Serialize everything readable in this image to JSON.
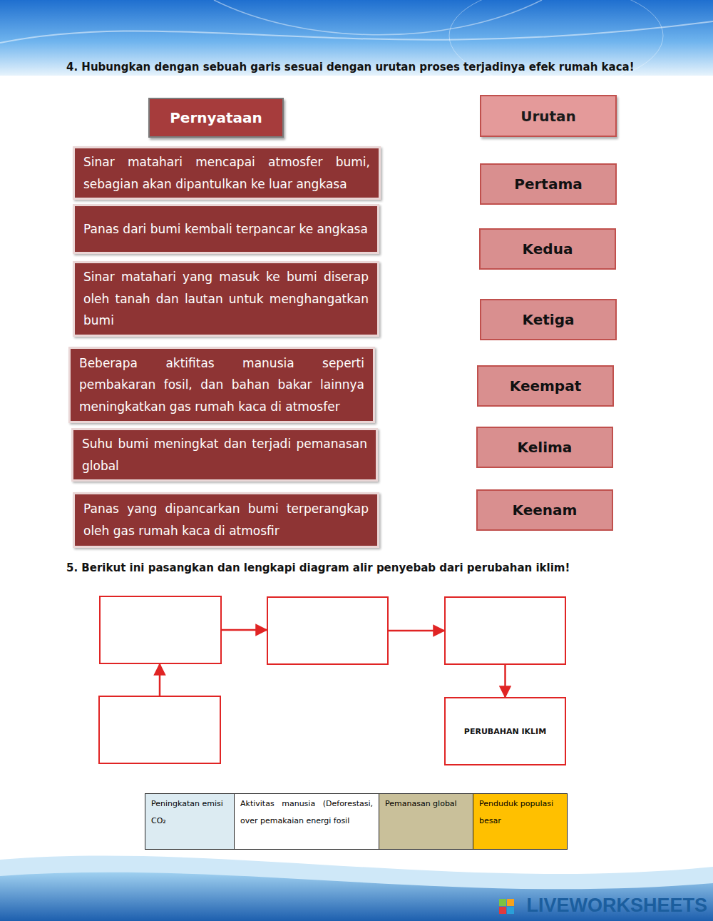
{
  "diagram": {
    "nodes": [
      {
        "text": [
          "Pernyataan"
        ]
      },
      {
        "text": [
          "Urutan"
        ]
      },
      {
        "text": [
          "Sinar matahari mencapai atmosfer bumi, sebagian akan dipantulkan ke luar angkasa"
        ]
      },
      {
        "text": [
          "Panas dari bumi kembali terpancar ke angkasa"
        ]
      },
      {
        "text": [
          "Sinar matahari yang masuk ke bumi diserap oleh tanah dan lautan untuk menghangatkan bumi"
        ]
      },
      {
        "text": [
          "Beberapa aktifitas manusia seperti pembakaran fosil, dan bahan bakar lainnya meningkatkan gas rumah kaca di atmosfer"
        ]
      },
      {
        "text": [
          "Suhu bumi meningkat dan terjadi pemanasan global"
        ]
      },
      {
        "text": [
          "Panas yang dipancarkan bumi terperangkap oleh gas rumah kaca di atmosfir"
        ]
      },
      {
        "text": [
          "Pertama"
        ]
      },
      {
        "text": [
          "Kedua"
        ]
      },
      {
        "text": [
          "Ketiga"
        ]
      },
      {
        "text": [
          "Keempat"
        ]
      },
      {
        "text": [
          "Kelima"
        ]
      },
      {
        "text": [
          "Keenam"
        ]
      },
      {
        "text": []
      },
      {
        "text": []
      },
      {
        "text": []
      },
      {
        "text": []
      },
      {
        "text": [
          "PERUBAHAN IKLIM"
        ]
      }
    ],
    "edges": [
      {
        "from": 17,
        "to": 14,
        "arrow": "to"
      },
      {
        "from": 14,
        "to": 15,
        "arrow": "to"
      },
      {
        "from": 15,
        "to": 16,
        "arrow": "to"
      },
      {
        "from": 16,
        "to": 18,
        "arrow": "to"
      }
    ],
    "labels": [
      "4. Hubungkan dengan sebuah garis sesuai dengan urutan proses terjadinya efek rumah kaca!",
      "5. Berikut ini pasangkan dan lengkapi diagram alir penyebab dari perubahan iklim!",
      "Peningkatan emisi CO₂",
      "Aktivitas manusia (Deforestasi, over pemakaian energi fosil",
      "Pemanasan global",
      "Penduduk populasi besar",
      "LIVEWORKSHEETS"
    ]
  }
}
